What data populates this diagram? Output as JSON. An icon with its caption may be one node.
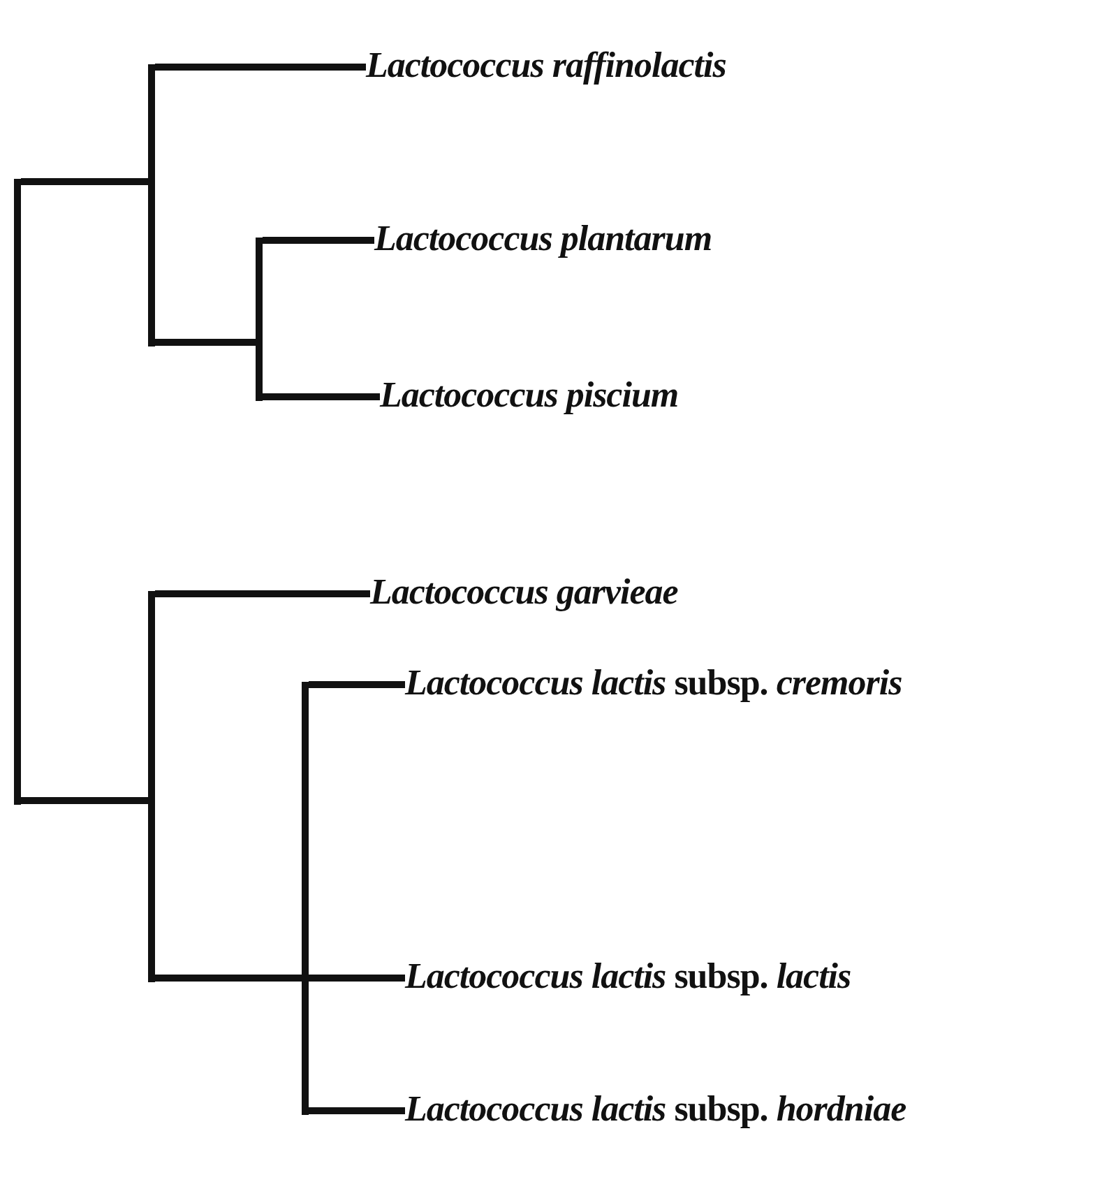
{
  "diagram": {
    "nodes": [
      {
        "text": [],
        "shape": "bar"
      },
      {
        "text": [],
        "shape": "bar"
      },
      {
        "text": [
          "*Lactococcus raffinolactis*"
        ]
      },
      {
        "text": [],
        "shape": "bar"
      },
      {
        "text": [
          "*Lactococcus plantarum*"
        ]
      },
      {
        "text": [
          "*Lactococcus piscium*"
        ]
      },
      {
        "text": [],
        "shape": "bar"
      },
      {
        "text": [
          "*Lactococcus garvieae*"
        ]
      },
      {
        "text": [],
        "shape": "bar"
      },
      {
        "text": [
          "*Lactococcus lactis* subsp. *cremoris*"
        ]
      },
      {
        "text": [
          "*Lactococcus lactis* subsp. *lactis*"
        ]
      },
      {
        "text": [
          "*Lactococcus lactis* subsp. *hordniae*"
        ]
      }
    ],
    "edges": [
      {
        "from": 0,
        "to": 1,
        "arrow": "none"
      },
      {
        "from": 0,
        "to": 6,
        "arrow": "none"
      },
      {
        "from": 1,
        "to": 2,
        "arrow": "none"
      },
      {
        "from": 1,
        "to": 3,
        "arrow": "none"
      },
      {
        "from": 3,
        "to": 4,
        "arrow": "none"
      },
      {
        "from": 3,
        "to": 5,
        "arrow": "none"
      },
      {
        "from": 6,
        "to": 7,
        "arrow": "none"
      },
      {
        "from": 6,
        "to": 8,
        "arrow": "none"
      },
      {
        "from": 8,
        "to": 9,
        "arrow": "none"
      },
      {
        "from": 8,
        "to": 10,
        "arrow": "none"
      },
      {
        "from": 8,
        "to": 11,
        "arrow": "none"
      }
    ]
  }
}
